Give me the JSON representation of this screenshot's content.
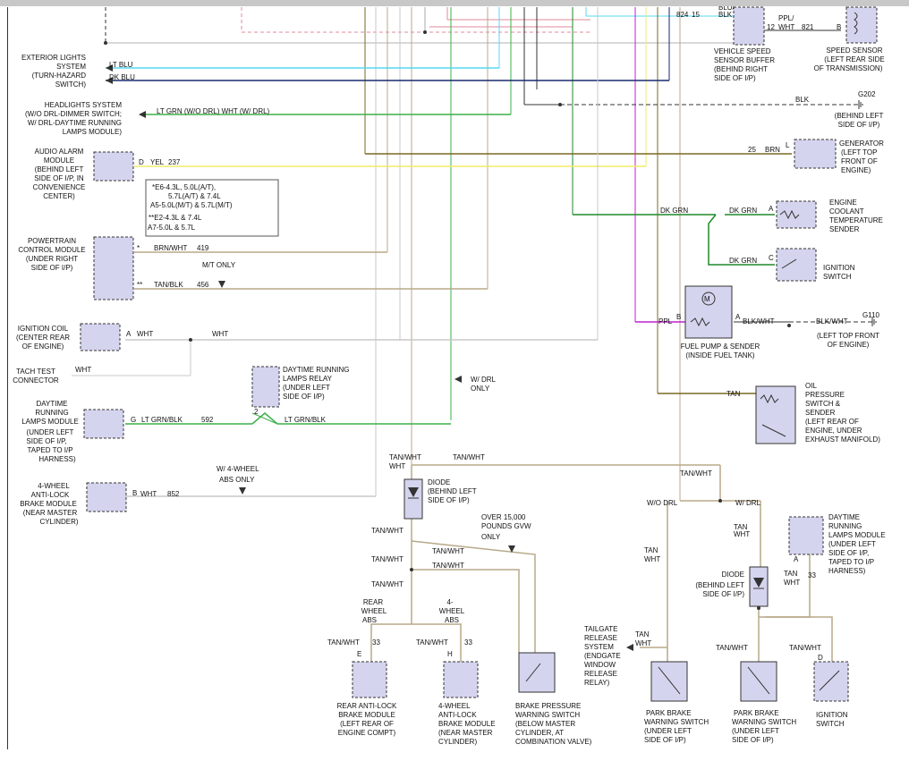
{
  "components": {
    "exterior_lights": [
      "EXTERIOR LIGHTS",
      "SYSTEM",
      "(TURN-HAZARD",
      "SWITCH)"
    ],
    "headlights": [
      "HEADLIGHTS SYSTEM",
      "(W/O DRL-DIMMER SWITCH;",
      "W/ DRL-DAYTIME RUNNING",
      "LAMPS MODULE)"
    ],
    "audio_alarm": [
      "AUDIO ALARM",
      "MODULE",
      "(BEHIND LEFT",
      "SIDE OF I/P, IN",
      "CONVENIENCE",
      "CENTER)"
    ],
    "pcm": [
      "POWERTRAIN",
      "CONTROL MODULE",
      "(UNDER RIGHT",
      "SIDE OF I/P)"
    ],
    "ignition_coil": [
      "IGNITION COIL",
      "(CENTER REAR",
      "OF ENGINE)"
    ],
    "tach_test": [
      "TACH TEST",
      "CONNECTOR"
    ],
    "drl_module_left": [
      "DAYTIME",
      "RUNNING",
      "LAMPS MODULE",
      "(UNDER LEFT",
      "SIDE OF I/P,",
      "TAPED TO I/P",
      "HARNESS)"
    ],
    "abs_4wheel_left": [
      "4-WHEEL",
      "ANTI-LOCK",
      "BRAKE MODULE",
      "(NEAR MASTER",
      "CYLINDER)"
    ],
    "drl_relay": [
      "DAYTIME RUNNING",
      "LAMPS RELAY",
      "(UNDER LEFT",
      "SIDE OF I/P)"
    ],
    "vss_buffer": [
      "VEHICLE SPEED",
      "SENSOR BUFFER",
      "(BEHIND RIGHT",
      "SIDE OF I/P)"
    ],
    "speed_sensor": [
      "SPEED SENSOR",
      "(LEFT REAR SIDE",
      "OF TRANSMISSION)"
    ],
    "g202": [
      "(BEHIND LEFT",
      "SIDE OF I/P)"
    ],
    "generator": [
      "GENERATOR",
      "(LEFT TOP",
      "FRONT OF",
      "ENGINE)"
    ],
    "coolant": [
      "ENGINE",
      "COOLANT",
      "TEMPERATURE",
      "SENDER"
    ],
    "ign_switch_top": [
      "IGNITION",
      "SWITCH"
    ],
    "fuel_pump": [
      "FUEL PUMP & SENDER",
      "(INSIDE FUEL TANK)"
    ],
    "g110": [
      "(LEFT TOP FRONT",
      "OF ENGINE)"
    ],
    "oil_pressure": [
      "OIL",
      "PRESSURE",
      "SWITCH &",
      "SENDER",
      "(LEFT REAR OF",
      "ENGINE, UNDER",
      "EXHAUST MANIFOLD)"
    ],
    "diode_center": [
      "DIODE",
      "(BEHIND LEFT",
      "SIDE OF I/P)"
    ],
    "drl_module_right": [
      "DAYTIME",
      "RUNNING",
      "LAMPS MODULE",
      "(UNDER LEFT",
      "SIDE OF I/P,",
      "TAPED TO I/P",
      "HARNESS)"
    ],
    "diode_right": [
      "DIODE",
      "(BEHIND LEFT",
      "SIDE OF I/P)"
    ],
    "tailgate": [
      "TAILGATE",
      "RELEASE",
      "SYSTEM",
      "(ENDGATE",
      "WINDOW",
      "RELEASE",
      "RELAY)"
    ],
    "rear_abs": [
      "REAR ANTI-LOCK",
      "BRAKE MODULE",
      "(LEFT REAR OF",
      "ENGINE COMPT)"
    ],
    "abs_4wheel_bottom": [
      "4-WHEEL",
      "ANTI-LOCK",
      "BRAKE MODULE",
      "(NEAR MASTER",
      "CYLINDER)"
    ],
    "brake_pressure": [
      "BRAKE PRESSURE",
      "WARNING SWITCH",
      "(BELOW MASTER",
      "CYLINDER, AT",
      "COMBINATION VALVE)"
    ],
    "park_brake_1": [
      "PARK BRAKE",
      "WARNING SWITCH",
      "(UNDER LEFT",
      "SIDE OF I/P)"
    ],
    "park_brake_2": [
      "PARK BRAKE",
      "WARNING SWITCH",
      "(UNDER LEFT",
      "SIDE OF I/P)"
    ],
    "ign_switch_bottom": [
      "IGNITION",
      "SWITCH"
    ]
  },
  "engine_note": [
    "*E6-4.3L, 5.0L(A/T),",
    "5.7L(A/T) & 7.4L",
    "A5-5.0L(M/T) & 5.7L(M/T)",
    "**E2-4.3L & 7.4L",
    "A7-5.0L & 5.7L"
  ],
  "conditions": {
    "mt_only": "M/T ONLY",
    "w_drl_only": [
      "W/ DRL",
      "ONLY"
    ],
    "abs_only": [
      "W/ 4-WHEEL",
      "ABS ONLY"
    ],
    "gvw": [
      "OVER 15,000",
      "POUNDS GVW",
      "ONLY"
    ],
    "rear_wheel_abs": [
      "REAR",
      "WHEEL",
      "ABS"
    ],
    "four_wheel_abs": [
      "4-",
      "WHEEL",
      "ABS"
    ],
    "wo_drl": "W/O DRL",
    "w_drl": "W/ DRL"
  },
  "wires": {
    "lt_blu": "LT BLU",
    "dk_blu": "DK BLU",
    "headlight_wire": "LT GRN (W/O DRL) WHT (W/ DRL)",
    "yel": "YEL",
    "yel_circuit": "237",
    "brn_wht": "BRN/WHT",
    "brn_wht_circuit": "419",
    "tan_blk": "TAN/BLK",
    "tan_blk_circuit": "456",
    "wht": "WHT",
    "lt_grn_blk": "LT GRN/BLK",
    "lt_grn_blk_circuit": "592",
    "abs_wht_circuit": "852",
    "blu_blk": "BLU/",
    "blu_blk2": "BLK",
    "vss_824": "824",
    "vss_15": "15",
    "ppl_wht": "PPL/",
    "ppl_wht2": "WHT",
    "ppl_12": "12",
    "ppl_821": "821",
    "blk": "BLK",
    "brn_25": "25",
    "brn": "BRN",
    "dk_grn": "DK GRN",
    "ppl": "PPL",
    "blk_wht": "BLK/WHT",
    "tan": "TAN",
    "tan_wht": "TAN/WHT",
    "circuit_33": "33"
  },
  "grounds": {
    "g202": "G202",
    "g110": "G110"
  },
  "pins": {
    "a": "A",
    "b": "B",
    "c": "C",
    "d": "D",
    "e": "E",
    "g": "G",
    "h": "H",
    "l": "L",
    "two": "2",
    "star": "*",
    "dstar": "**"
  },
  "colors": {
    "lt_blu": "#55d8f0",
    "dk_blu": "#1a2a6e",
    "green": "#3db04a",
    "dk_green": "#1f8a28",
    "yellow": "#f2ec6a",
    "olive": "#7a6a20",
    "tan": "#b8a888",
    "gray": "#c8c8c8",
    "purple": "#c020d0",
    "pink": "#e08898",
    "component_fill": "#d4d4ee"
  }
}
